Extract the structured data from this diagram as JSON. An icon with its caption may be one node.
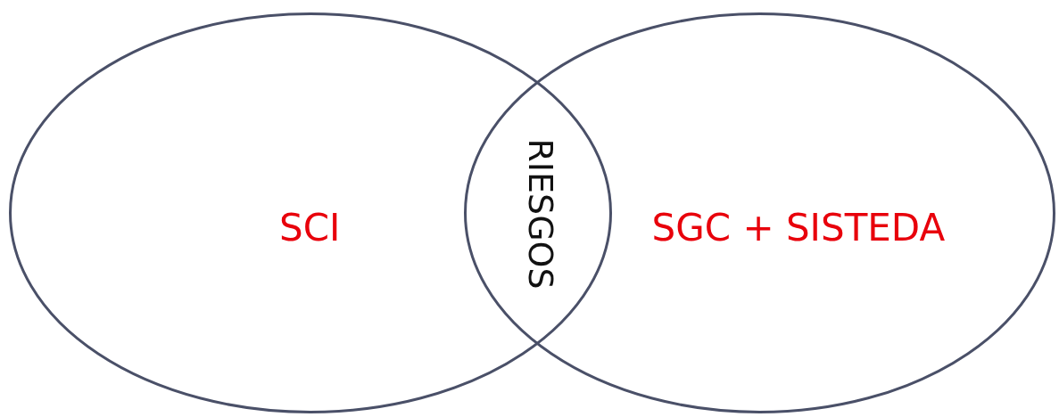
{
  "diagram": {
    "nodes": [
      {
        "text": [
          "SCI"
        ]
      },
      {
        "text": [
          "SGC + SISTEDA"
        ]
      },
      {
        "text": [
          "RIESGOS"
        ]
      }
    ],
    "edges": []
  }
}
